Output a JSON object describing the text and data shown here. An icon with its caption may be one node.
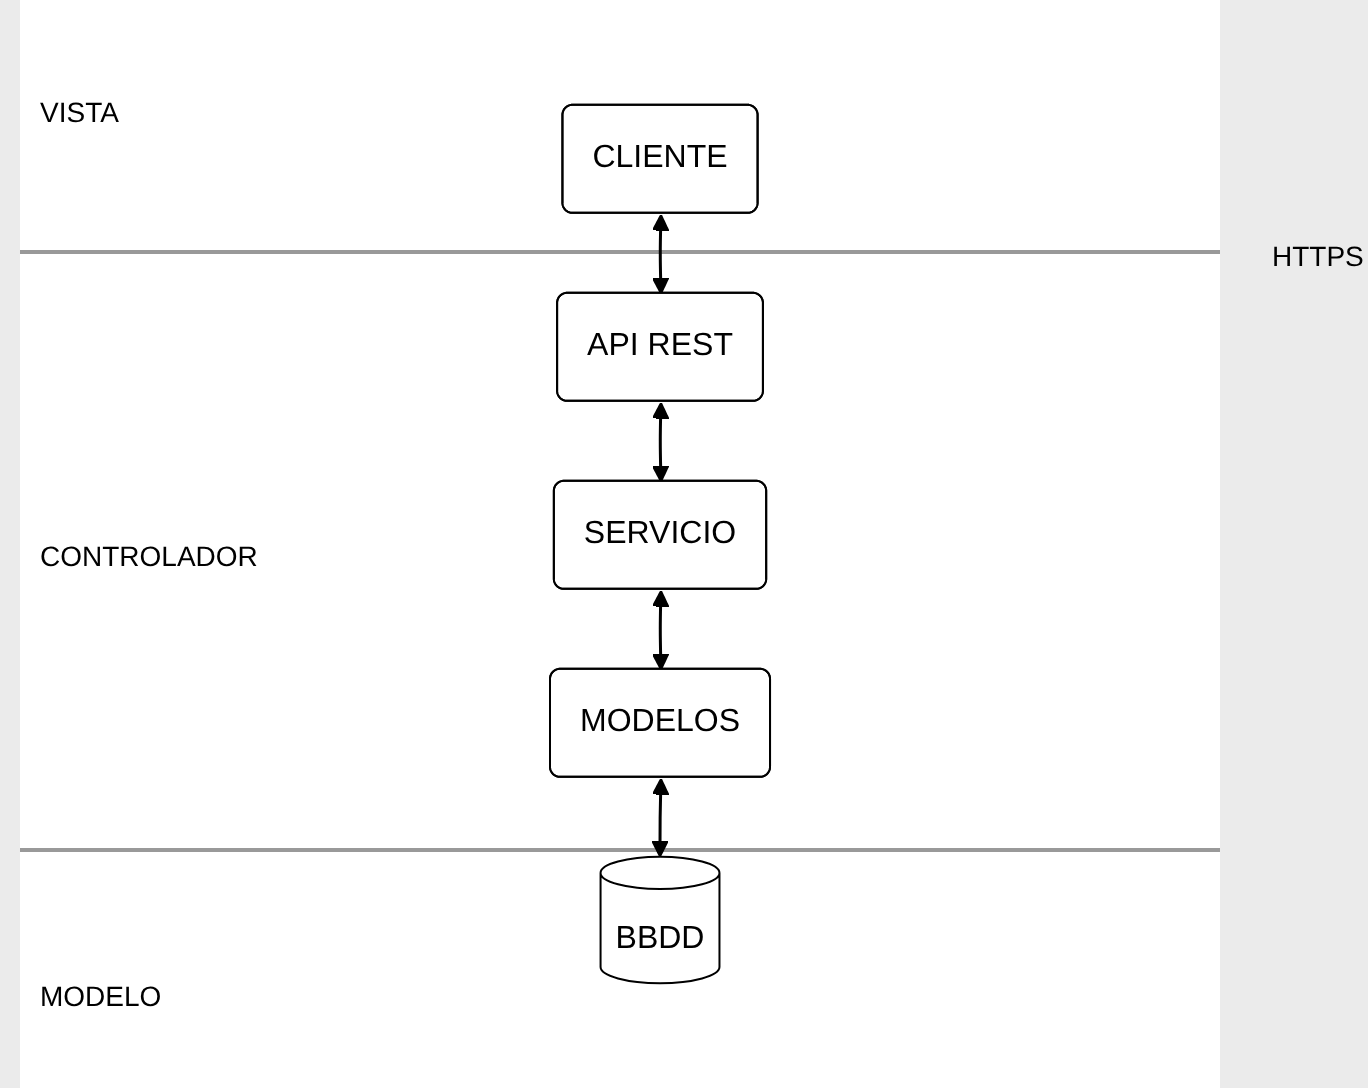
{
  "diagram": {
    "nodes": [
      {
        "text": [
          "CLIENTE"
        ]
      },
      {
        "text": [
          "API REST"
        ]
      },
      {
        "text": [
          "SERVICIO"
        ]
      },
      {
        "text": [
          "MODELOS"
        ]
      },
      {
        "text": [
          "BBDD"
        ]
      }
    ],
    "edges": [
      {
        "from": 0,
        "to": 1,
        "arrow": "both"
      },
      {
        "from": 1,
        "to": 2,
        "arrow": "both"
      },
      {
        "from": 2,
        "to": 3,
        "arrow": "both"
      },
      {
        "from": 3,
        "to": 4,
        "arrow": "both"
      }
    ],
    "labels": [
      "VISTA",
      "HTTPS",
      "CONTROLADOR",
      "MODELO"
    ]
  }
}
